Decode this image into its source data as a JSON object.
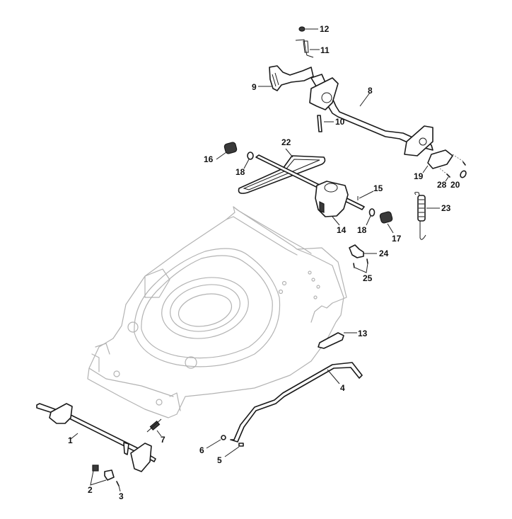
{
  "diagram": {
    "title": "Lawn mower deck exploded parts diagram",
    "parts": [
      {
        "ref": "1",
        "component": "front axle"
      },
      {
        "ref": "2",
        "component": "height adjust latch"
      },
      {
        "ref": "3",
        "component": "screw"
      },
      {
        "ref": "4",
        "component": "rear lever rod"
      },
      {
        "ref": "5",
        "component": "bolt"
      },
      {
        "ref": "6",
        "component": "nut"
      },
      {
        "ref": "7",
        "component": "spring"
      },
      {
        "ref": "8",
        "component": "rear axle with brackets"
      },
      {
        "ref": "9",
        "component": "height adjust lever"
      },
      {
        "ref": "10",
        "component": "pin"
      },
      {
        "ref": "11",
        "component": "torsion spring"
      },
      {
        "ref": "12",
        "component": "nut"
      },
      {
        "ref": "13",
        "component": "clip"
      },
      {
        "ref": "14",
        "component": "gearbox"
      },
      {
        "ref": "15",
        "component": "pin"
      },
      {
        "ref": "16",
        "component": "pinion"
      },
      {
        "ref": "17",
        "component": "pinion"
      },
      {
        "ref": "18",
        "component": "washer"
      },
      {
        "ref": "19",
        "component": "bracket plate"
      },
      {
        "ref": "20",
        "component": "washer"
      },
      {
        "ref": "22",
        "component": "drive belt"
      },
      {
        "ref": "23",
        "component": "tension spring"
      },
      {
        "ref": "24",
        "component": "cable bracket"
      },
      {
        "ref": "25",
        "component": "screw"
      },
      {
        "ref": "28",
        "component": "screw"
      }
    ],
    "labels": {
      "l1": "1",
      "l2": "2",
      "l3": "3",
      "l4": "4",
      "l5": "5",
      "l6": "6",
      "l7": "7",
      "l8": "8",
      "l9": "9",
      "l10": "10",
      "l11": "11",
      "l12": "12",
      "l13": "13",
      "l14": "14",
      "l15": "15",
      "l16": "16",
      "l17": "17",
      "l18a": "18",
      "l18b": "18",
      "l19": "19",
      "l20": "20",
      "l22": "22",
      "l23": "23",
      "l24": "24",
      "l25": "25",
      "l28": "28"
    }
  }
}
